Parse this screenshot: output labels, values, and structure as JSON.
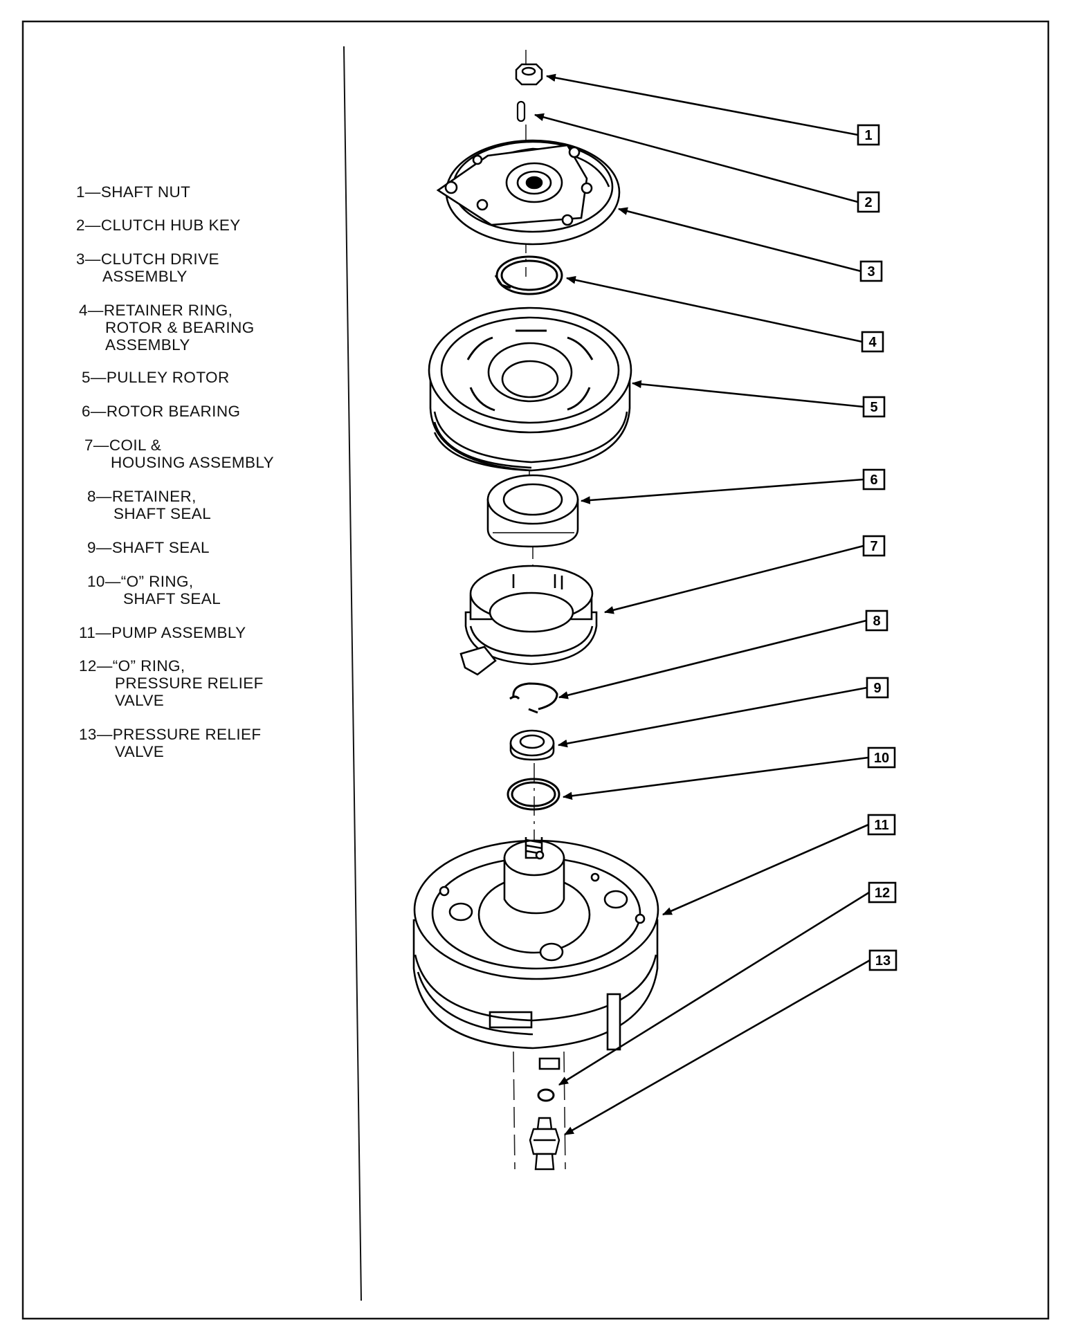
{
  "legend": [
    {
      "num": "1",
      "lines": [
        "SHAFT NUT"
      ]
    },
    {
      "num": "2",
      "lines": [
        "CLUTCH HUB KEY"
      ]
    },
    {
      "num": "3",
      "lines": [
        "CLUTCH DRIVE",
        "ASSEMBLY"
      ]
    },
    {
      "num": "4",
      "lines": [
        "RETAINER RING,",
        "ROTOR & BEARING",
        "ASSEMBLY"
      ]
    },
    {
      "num": "5",
      "lines": [
        "PULLEY ROTOR"
      ]
    },
    {
      "num": "6",
      "lines": [
        "ROTOR BEARING"
      ]
    },
    {
      "num": "7",
      "lines": [
        "COIL &",
        "HOUSING ASSEMBLY"
      ]
    },
    {
      "num": "8",
      "lines": [
        "RETAINER,",
        "SHAFT SEAL"
      ]
    },
    {
      "num": "9",
      "lines": [
        "SHAFT SEAL"
      ]
    },
    {
      "num": "10",
      "lines": [
        "“O” RING,",
        "SHAFT SEAL"
      ]
    },
    {
      "num": "11",
      "lines": [
        "PUMP ASSEMBLY"
      ]
    },
    {
      "num": "12",
      "lines": [
        "“O” RING,",
        "PRESSURE RELIEF",
        "VALVE"
      ]
    },
    {
      "num": "13",
      "lines": [
        "PRESSURE RELIEF",
        "VALVE"
      ]
    }
  ],
  "callouts": [
    "1",
    "2",
    "3",
    "4",
    "5",
    "6",
    "7",
    "8",
    "9",
    "10",
    "11",
    "12",
    "13"
  ],
  "separator": "—"
}
